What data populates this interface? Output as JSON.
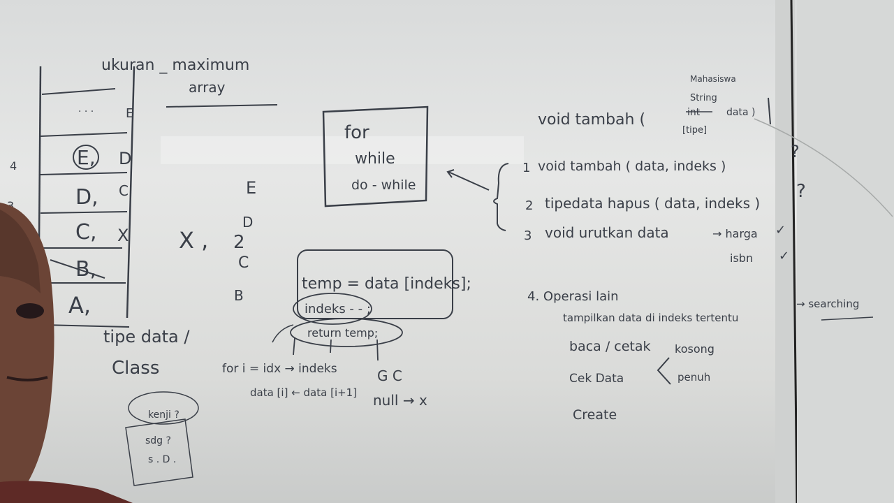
{
  "stack_diagram": {
    "title_line1": "ukuran _ maximum",
    "title_line2": "array",
    "slots": [
      {
        "entry": "E,",
        "side": "D"
      },
      {
        "entry": "D,",
        "side": "C"
      },
      {
        "entry": "C,",
        "side": "X"
      },
      {
        "entry": "B,",
        "side": ""
      },
      {
        "entry": "A,",
        "side": ""
      }
    ],
    "top_marker": "E",
    "left_margin_numbers": [
      "4",
      "3"
    ],
    "caption_line1": "tipe data /",
    "caption_line2": "Class"
  },
  "middle_sketch": {
    "x_label": "X ,",
    "stack_letters": [
      "E",
      "D",
      "2",
      "C",
      "B"
    ]
  },
  "loop_box": {
    "lines": [
      "for",
      "while",
      "do - while"
    ]
  },
  "code_box": {
    "line1": "temp = data [indeks];",
    "line2": "indeks - - ;",
    "line3": "return temp;"
  },
  "loop_notes": {
    "line1": "for i = idx → indeks",
    "line2": "data [i] ← data [i+1]",
    "gc": "G C",
    "null_line": "null → x"
  },
  "small_box": {
    "oval_text": "kenji ?",
    "line1": "sdg ?",
    "line2": "s . D ."
  },
  "method_list": {
    "header": "void tambah (",
    "type_stack": [
      "Mahasiswa",
      "String",
      "int"
    ],
    "header_data": "data )",
    "tipe_note": "[tipe]",
    "items": [
      {
        "num": "1",
        "text": "void tambah ( data, indeks )",
        "mark": "?"
      },
      {
        "num": "2",
        "text": "tipedata hapus ( data, indeks )",
        "mark": "?"
      },
      {
        "num": "3",
        "text": "void urutkan data",
        "mark": ""
      }
    ],
    "sort_keys": [
      {
        "text": "→ harga",
        "mark": "✓"
      },
      {
        "text": "isbn",
        "mark": "✓"
      }
    ],
    "other_header": "4. Operasi lain",
    "other_items": [
      "tampilkan data di indeks tertentu",
      "baca / cetak",
      "Cek Data",
      "Create"
    ],
    "searching_note": "→ searching",
    "check_options": [
      "kosong",
      "penuh"
    ]
  }
}
